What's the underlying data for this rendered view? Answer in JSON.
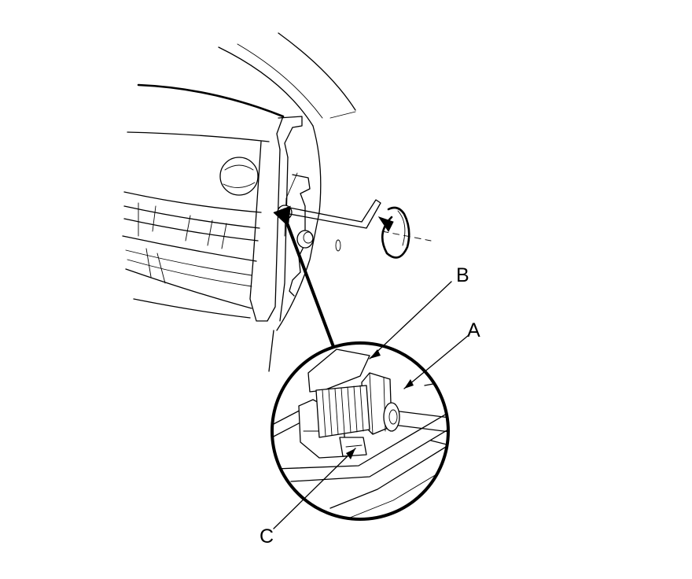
{
  "callouts": {
    "a": "A",
    "b": "B",
    "c": "C"
  },
  "icons": {
    "rotation": "rotate-arrow-icon"
  },
  "colors": {
    "ink": "#000000",
    "paper": "#ffffff"
  }
}
